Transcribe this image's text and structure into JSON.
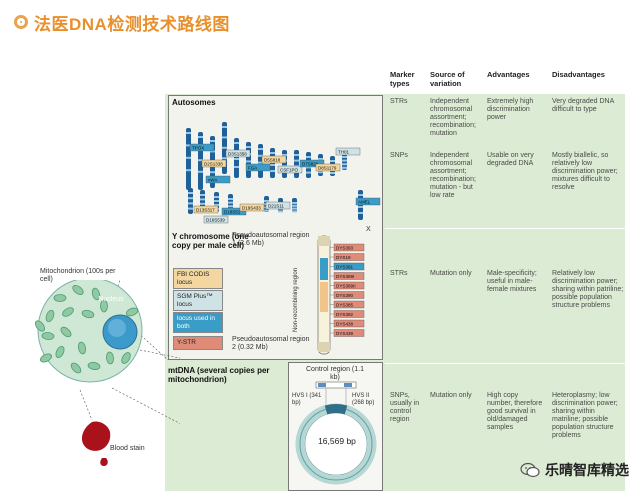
{
  "title": "法医DNA检测技术路线图",
  "headers": {
    "marker": "Marker types",
    "source": "Source of variation",
    "advantages": "Advantages",
    "disadvantages": "Disadvantages"
  },
  "rows": [
    {
      "marker": "STRs",
      "source": "Independent chromosomal assortment; recombination; mutation",
      "advantages": "Extremely high discrimination power",
      "disadvantages": "Very degraded DNA difficult to type"
    },
    {
      "marker": "SNPs",
      "source": "Independent chromosomal assortment; recombination; mutation - but low rate",
      "advantages": "Usable on very degraded DNA",
      "disadvantages": "Mostly biallelic, so relatively low discrimination power; mixtures difficult to resolve"
    },
    {
      "marker": "STRs",
      "source": "Mutation only",
      "advantages": "Male-specificity; useful in male-female mixtures",
      "disadvantages": "Relatively low discrimination power; sharing within patriline; possible population structure problems"
    },
    {
      "marker": "SNPs, usually in control region",
      "source": "Mutation only",
      "advantages": "High copy number, therefore good survival in old/damaged samples",
      "disadvantages": "Heteroplasmy; low discrimination power; sharing within matriline; possible population structure problems"
    }
  ],
  "labels": {
    "autosomes": "Autosomes",
    "y_chromosome": "Y chromosome (one copy per male cell)",
    "par1": "Pseudoautosomal region 1 (2.6 Mb)",
    "par2": "Pseudoautosomal region 2 (0.32 Mb)",
    "non_recombining": "Non-recombining region",
    "x": "X",
    "mtdna": "mtDNA (several copies per mitochondrion)",
    "control_region": "Control region (1.1 kb)",
    "hvs1": "HVS I (341 bp)",
    "hvs2": "HVS II (268 bp)",
    "mt_size": "16,569 bp",
    "mitochondrion": "Mitochondrion (100s per cell)",
    "nucleus": "Nucleus",
    "blood_stain": "Blood stain",
    "watermark": "乐晴智库精选"
  },
  "legend": [
    {
      "label": "FBI CODIS locus",
      "color": "#f4d7a0"
    },
    {
      "label": "SGM Plus™ locus",
      "color": "#cfe3e6"
    },
    {
      "label": "locus used in both",
      "color": "#3a9dc8"
    },
    {
      "label": "Y-STR",
      "color": "#e08a78"
    }
  ],
  "loci": [
    "TPOX",
    "D2S1338",
    "D3S1358",
    "FGA",
    "D5S818",
    "CSF1PO",
    "D7S820",
    "D8S1179",
    "TH01",
    "vWA",
    "D13S317",
    "D16S539",
    "D18S51",
    "D19S433",
    "D21S11",
    "AMEL"
  ],
  "ystr_loci": [
    "DYS393",
    "DYS19",
    "DYS391",
    "DYS389I",
    "DYS389II",
    "DYS390",
    "DYS385",
    "DYS392",
    "DYS438",
    "DYS439"
  ]
}
